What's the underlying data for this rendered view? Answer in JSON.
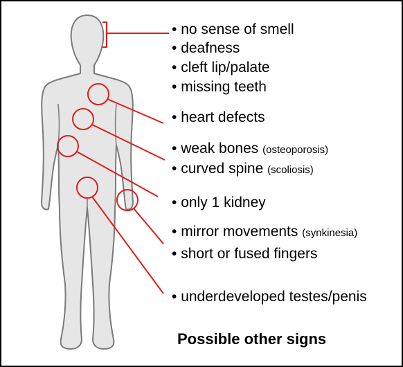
{
  "colors": {
    "body_fill": "#e6e6e6",
    "body_outline": "#7a7a7a",
    "marker": "#e01b1b",
    "text": "#000000",
    "border": "#000000"
  },
  "signs": [
    {
      "bullet": "•",
      "text": "no sense of smell",
      "note": ""
    },
    {
      "bullet": "•",
      "text": "deafness",
      "note": ""
    },
    {
      "bullet": "•",
      "text": "cleft lip/palate",
      "note": ""
    },
    {
      "bullet": "•",
      "text": "missing teeth",
      "note": ""
    },
    {
      "bullet": "•",
      "text": "heart defects",
      "note": ""
    },
    {
      "bullet": "•",
      "text": "weak bones",
      "note": "(osteoporosis)"
    },
    {
      "bullet": "•",
      "text": "curved spine",
      "note": "(scoliosis)"
    },
    {
      "bullet": "•",
      "text": "only 1 kidney",
      "note": ""
    },
    {
      "bullet": "•",
      "text": "mirror movements",
      "note": "(synkinesia)"
    },
    {
      "bullet": "•",
      "text": "short or fused fingers",
      "note": ""
    },
    {
      "bullet": "•",
      "text": "underdeveloped testes/penis",
      "note": ""
    }
  ],
  "caption": "Possible other signs"
}
